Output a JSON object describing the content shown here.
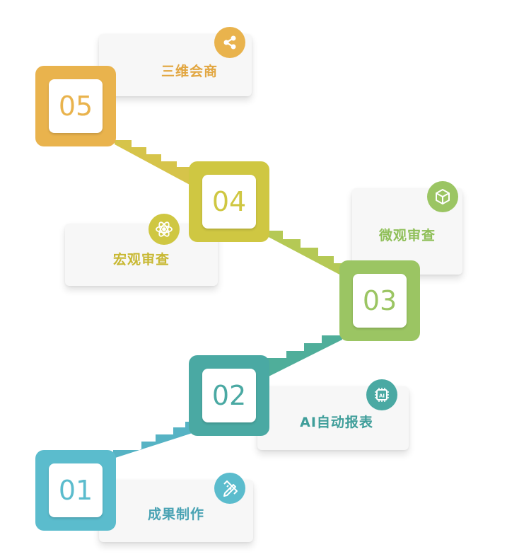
{
  "steps": [
    {
      "number": "01",
      "label": "成果制作",
      "color": "#5bbccd",
      "icon": "pencil-ruler-icon"
    },
    {
      "number": "02",
      "label": "AI自动报表",
      "color": "#4aa9a3",
      "icon": "ai-chip-icon",
      "icon_text": "AI"
    },
    {
      "number": "03",
      "label": "微观审查",
      "color": "#9bc563",
      "icon": "cube-icon"
    },
    {
      "number": "04",
      "label": "宏观审查",
      "color": "#cfc742",
      "icon": "atom-icon"
    },
    {
      "number": "05",
      "label": "三维会商",
      "color": "#e9b34d",
      "icon": "share-icon"
    }
  ]
}
